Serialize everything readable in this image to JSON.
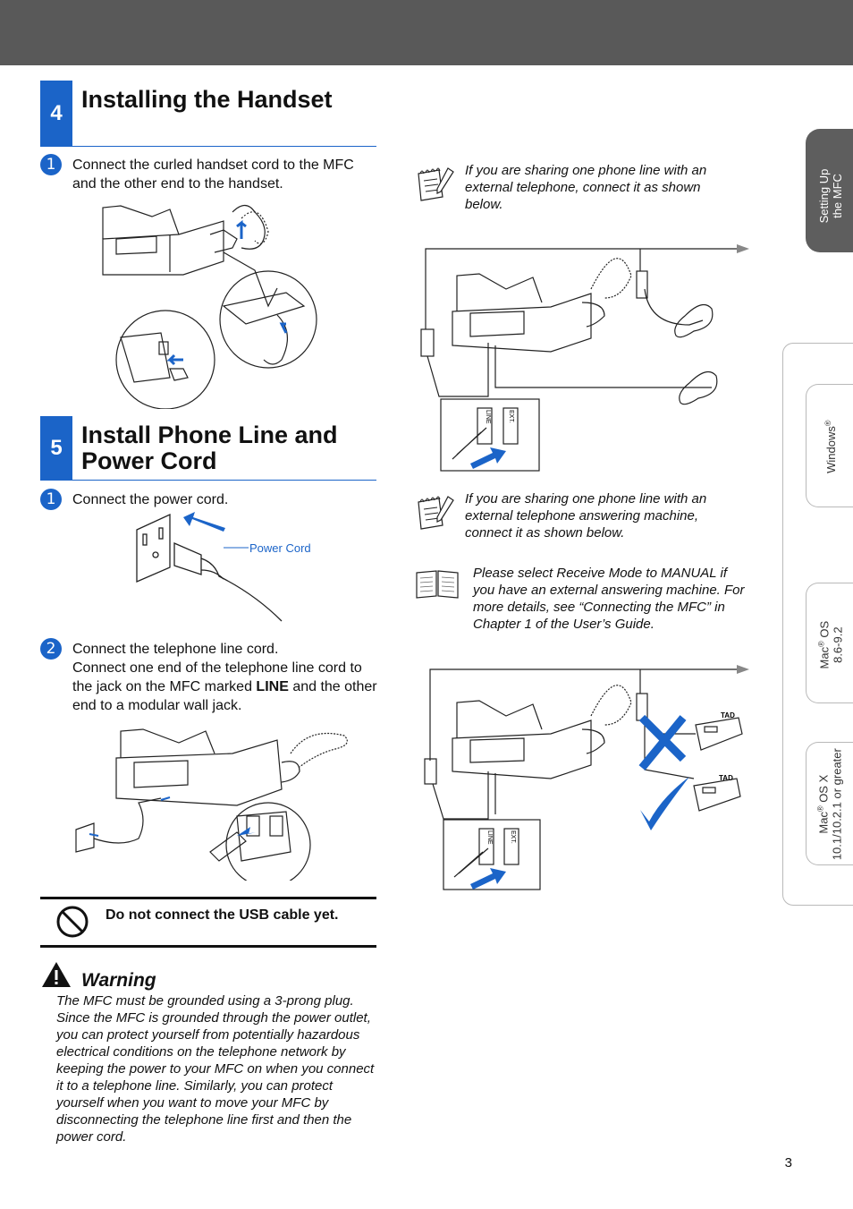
{
  "section4": {
    "number": "4",
    "title": "Installing the Handset",
    "step1": {
      "num": "1",
      "text": "Connect the curled handset cord to the MFC and the other end to the handset."
    }
  },
  "section5": {
    "number": "5",
    "title_line1": "Install Phone Line and",
    "title_line2": "Power Cord",
    "step1": {
      "num": "1",
      "text": "Connect the power cord."
    },
    "power_cord_label": "Power Cord",
    "step2": {
      "num": "2",
      "line1": "Connect the telephone line cord.",
      "line2_before": "Connect one end of the telephone line cord to the jack on the MFC marked ",
      "line2_bold": "LINE",
      "line2_after": " and the other end to a modular wall jack."
    }
  },
  "caution": {
    "text": "Do not connect the USB cable yet."
  },
  "warning": {
    "heading": "Warning",
    "text": "The MFC must be grounded using a 3-prong plug. Since the MFC is grounded through the power outlet, you can protect yourself from potentially hazardous electrical conditions on the telephone network by keeping the power to your MFC on when you connect it to a telephone line. Similarly, you can protect yourself when you want to move your MFC by disconnecting the telephone line first and then the power cord."
  },
  "notes": {
    "ext_phone": "If you are sharing one phone line with an external telephone, connect it as shown below.",
    "ext_tad": "If you are sharing one phone line with an external telephone answering machine, connect it as shown below.",
    "receive_mode": "Please select Receive Mode to MANUAL if you have an external answering machine. For more details, see “Connecting the MFC” in Chapter 1 of the User’s Guide."
  },
  "diagram_labels": {
    "line": "LINE",
    "ext": "EXT.",
    "tad": "TAD"
  },
  "side_tabs": {
    "setting_up_l1": "Setting Up",
    "setting_up_l2": "the MFC",
    "windows": "Windows",
    "reg": "®",
    "mac_os_l1_pre": "Mac",
    "mac_os_l1_post": " OS",
    "mac_os_l2": "8.6-9.2",
    "mac_osx_l1_pre": "Mac",
    "mac_osx_l1_post": " OS X",
    "mac_osx_l2": "10.1/10.2.1 or greater"
  },
  "page_number": "3",
  "colors": {
    "accent": "#1b64c8",
    "topbar": "#595959",
    "active_tab": "#5e5e5e"
  }
}
